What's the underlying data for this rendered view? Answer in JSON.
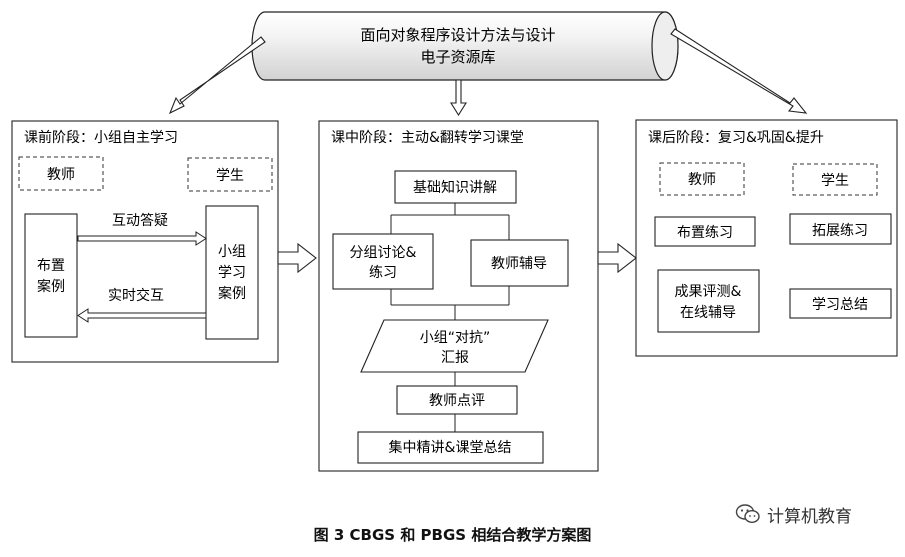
{
  "database": {
    "line1": "面向对象程序设计方法与设计",
    "line2": "电子资源库"
  },
  "stages": {
    "before": {
      "title": "课前阶段：小组自主学习",
      "teacher": "教师",
      "student": "学生",
      "assign_case": [
        "布置",
        "案例"
      ],
      "group_study": [
        "小组",
        "学习",
        "案例"
      ],
      "interaction_top": "互动答疑",
      "interaction_bottom": "实时交互"
    },
    "during": {
      "title": "课中阶段：主动&翻转学习课堂",
      "basic": "基础知识讲解",
      "group_discuss": [
        "分组讨论&",
        "练习"
      ],
      "teacher_guide": "教师辅导",
      "report": [
        "小组“对抗”",
        "汇报"
      ],
      "comment": "教师点评",
      "summary": "集中精讲&课堂总结"
    },
    "after": {
      "title": "课后阶段：复习&巩固&提升",
      "teacher": "教师",
      "student": "学生",
      "assign_practice": "布置练习",
      "extend_practice": "拓展练习",
      "evaluation": [
        "成果评测&",
        "在线辅导"
      ],
      "study_summary": "学习总结"
    }
  },
  "caption": "图 3    CBGS 和 PBGS 相结合教学方案图",
  "watermark": {
    "icon": "wechat-icon",
    "text": "计算机教育"
  }
}
